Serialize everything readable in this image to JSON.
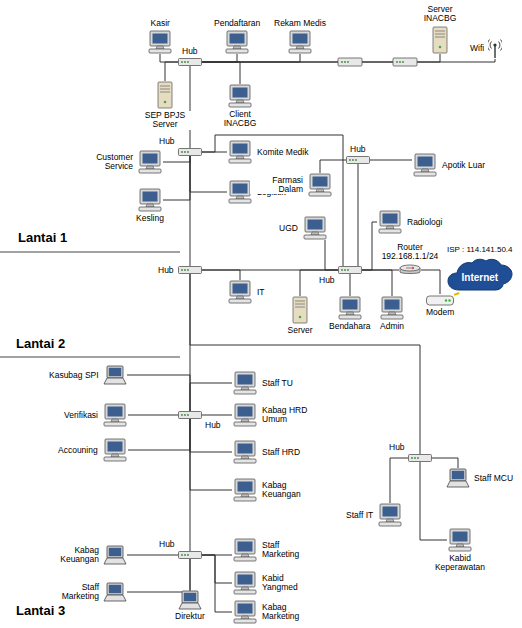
{
  "diagram": {
    "nodes": [
      {
        "text": [
          "Kasir"
        ]
      },
      {
        "text": [
          "Hub"
        ]
      },
      {
        "text": [
          "Pendaftaran"
        ]
      },
      {
        "text": [
          "Rekam Medis"
        ]
      },
      {
        "text": [
          "Server INACBG"
        ]
      },
      {
        "text": [
          "Wifi"
        ]
      },
      {
        "text": [
          "SEP BPJS Server"
        ]
      },
      {
        "text": [
          "Client INACBG"
        ]
      },
      {
        "text": [
          "Customer Service"
        ]
      },
      {
        "text": [
          "Hub"
        ]
      },
      {
        "text": [
          "Komite Medik"
        ]
      },
      {
        "text": [
          "Kesling"
        ]
      },
      {
        "text": [
          "Logistik"
        ]
      },
      {
        "text": [
          "Farmasi Dalam"
        ]
      },
      {
        "text": [
          "Hub"
        ]
      },
      {
        "text": [
          "Apotik Luar"
        ]
      },
      {
        "text": [
          "UGD"
        ]
      },
      {
        "text": [
          "Radiologi"
        ]
      },
      {
        "text": [
          "ISP : 114.141.50.4",
          "Internet"
        ]
      },
      {
        "text": [
          "Router 192.168.1.1/24"
        ]
      },
      {
        "text": [
          "Hub"
        ]
      },
      {
        "text": [
          "Hub"
        ]
      },
      {
        "text": [
          "IT"
        ]
      },
      {
        "text": [
          "Modem"
        ]
      },
      {
        "text": [
          "Server"
        ]
      },
      {
        "text": [
          "Bendahara"
        ]
      },
      {
        "text": [
          "Admin"
        ]
      },
      {
        "text": [
          "Kasubag SPI"
        ]
      },
      {
        "text": [
          "Staff TU"
        ]
      },
      {
        "text": [
          "Verifikasi"
        ]
      },
      {
        "text": [
          "Kabag HRD Umum"
        ]
      },
      {
        "text": [
          "Hub"
        ]
      },
      {
        "text": [
          "Accouning"
        ]
      },
      {
        "text": [
          "Staff HRD"
        ]
      },
      {
        "text": [
          "Kabag Keuangan"
        ]
      },
      {
        "text": [
          "Hub"
        ]
      },
      {
        "text": [
          "Staff MCU"
        ]
      },
      {
        "text": [
          "Staff IT"
        ]
      },
      {
        "text": [
          "Kabid Keperawatan"
        ]
      },
      {
        "text": [
          "Kabag Keuangan"
        ]
      },
      {
        "text": [
          "Hub"
        ]
      },
      {
        "text": [
          "Staff Marketing"
        ]
      },
      {
        "text": [
          "Staff Marketing"
        ]
      },
      {
        "text": [
          "Kabid Yangmed"
        ]
      },
      {
        "text": [
          "Kabag Marketing"
        ]
      },
      {
        "text": [
          "Direktur"
        ]
      }
    ],
    "edges": [
      {
        "from": 1,
        "to": 0,
        "arrow": "none"
      },
      {
        "from": 1,
        "to": 2,
        "arrow": "none"
      },
      {
        "from": 1,
        "to": 3,
        "arrow": "none"
      },
      {
        "from": 1,
        "to": 4,
        "arrow": "none"
      },
      {
        "from": 1,
        "to": 5,
        "arrow": "none"
      },
      {
        "from": 1,
        "to": 6,
        "arrow": "none"
      },
      {
        "from": 1,
        "to": 7,
        "arrow": "none"
      },
      {
        "from": 1,
        "to": 9,
        "arrow": "none"
      },
      {
        "from": 9,
        "to": 8,
        "arrow": "none"
      },
      {
        "from": 9,
        "to": 10,
        "arrow": "none"
      },
      {
        "from": 9,
        "to": 11,
        "arrow": "none"
      },
      {
        "from": 9,
        "to": 12,
        "arrow": "none"
      },
      {
        "from": 9,
        "to": 20,
        "arrow": "none"
      },
      {
        "from": 9,
        "to": 21,
        "arrow": "none"
      },
      {
        "from": 14,
        "to": 13,
        "arrow": "none"
      },
      {
        "from": 14,
        "to": 15,
        "arrow": "none"
      },
      {
        "from": 14,
        "to": 20,
        "arrow": "none"
      },
      {
        "from": 20,
        "to": 16,
        "arrow": "none"
      },
      {
        "from": 20,
        "to": 17,
        "arrow": "none"
      },
      {
        "from": 20,
        "to": 19,
        "arrow": "none"
      },
      {
        "from": 20,
        "to": 24,
        "arrow": "none"
      },
      {
        "from": 20,
        "to": 25,
        "arrow": "none"
      },
      {
        "from": 20,
        "to": 26,
        "arrow": "none"
      },
      {
        "from": 20,
        "to": 21,
        "arrow": "none"
      },
      {
        "from": 19,
        "to": 23,
        "arrow": "none"
      },
      {
        "from": 23,
        "to": 18,
        "arrow": "none"
      },
      {
        "from": 21,
        "to": 22,
        "arrow": "none"
      },
      {
        "from": 21,
        "to": 31,
        "arrow": "none"
      },
      {
        "from": 21,
        "to": 35,
        "arrow": "none"
      },
      {
        "from": 31,
        "to": 27,
        "arrow": "none"
      },
      {
        "from": 31,
        "to": 28,
        "arrow": "none"
      },
      {
        "from": 31,
        "to": 29,
        "arrow": "none"
      },
      {
        "from": 31,
        "to": 30,
        "arrow": "none"
      },
      {
        "from": 31,
        "to": 32,
        "arrow": "none"
      },
      {
        "from": 31,
        "to": 33,
        "arrow": "none"
      },
      {
        "from": 31,
        "to": 34,
        "arrow": "none"
      },
      {
        "from": 31,
        "to": 40,
        "arrow": "none"
      },
      {
        "from": 40,
        "to": 39,
        "arrow": "none"
      },
      {
        "from": 40,
        "to": 41,
        "arrow": "none"
      },
      {
        "from": 40,
        "to": 42,
        "arrow": "none"
      },
      {
        "from": 40,
        "to": 43,
        "arrow": "none"
      },
      {
        "from": 40,
        "to": 44,
        "arrow": "none"
      },
      {
        "from": 40,
        "to": 45,
        "arrow": "none"
      },
      {
        "from": 35,
        "to": 36,
        "arrow": "none"
      },
      {
        "from": 35,
        "to": 37,
        "arrow": "none"
      },
      {
        "from": 35,
        "to": 38,
        "arrow": "none"
      }
    ],
    "labels": [
      "Lantai 1",
      "Lantai 2",
      "Lantai 3"
    ]
  }
}
